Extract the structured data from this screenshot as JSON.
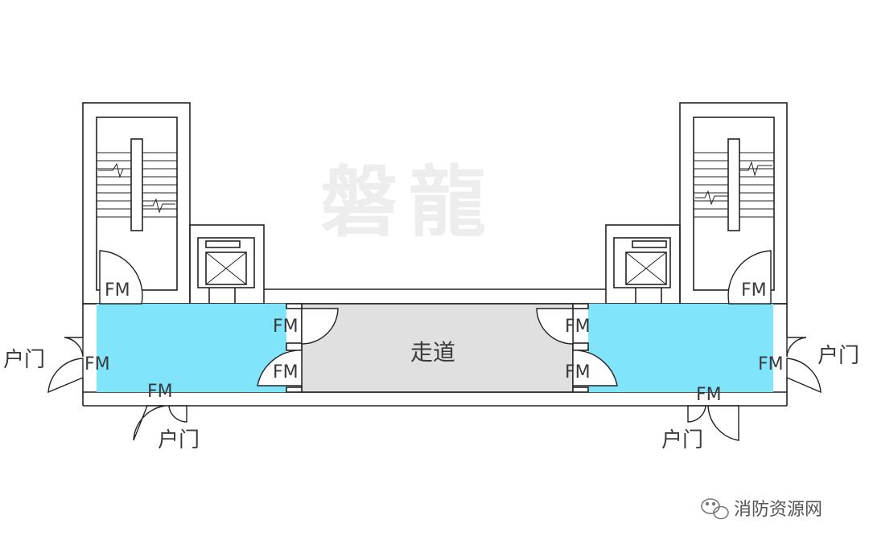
{
  "watermark": "磐龍",
  "corridor_label": "走道",
  "fm_label": "FM",
  "door_label": "户门",
  "brand": {
    "name": "消防资源网",
    "icon": "wechat-icon"
  },
  "colors": {
    "front_room": "#80e4fb",
    "corridor": "#e0e0e0",
    "wall": "#222222",
    "background": "#ffffff"
  }
}
